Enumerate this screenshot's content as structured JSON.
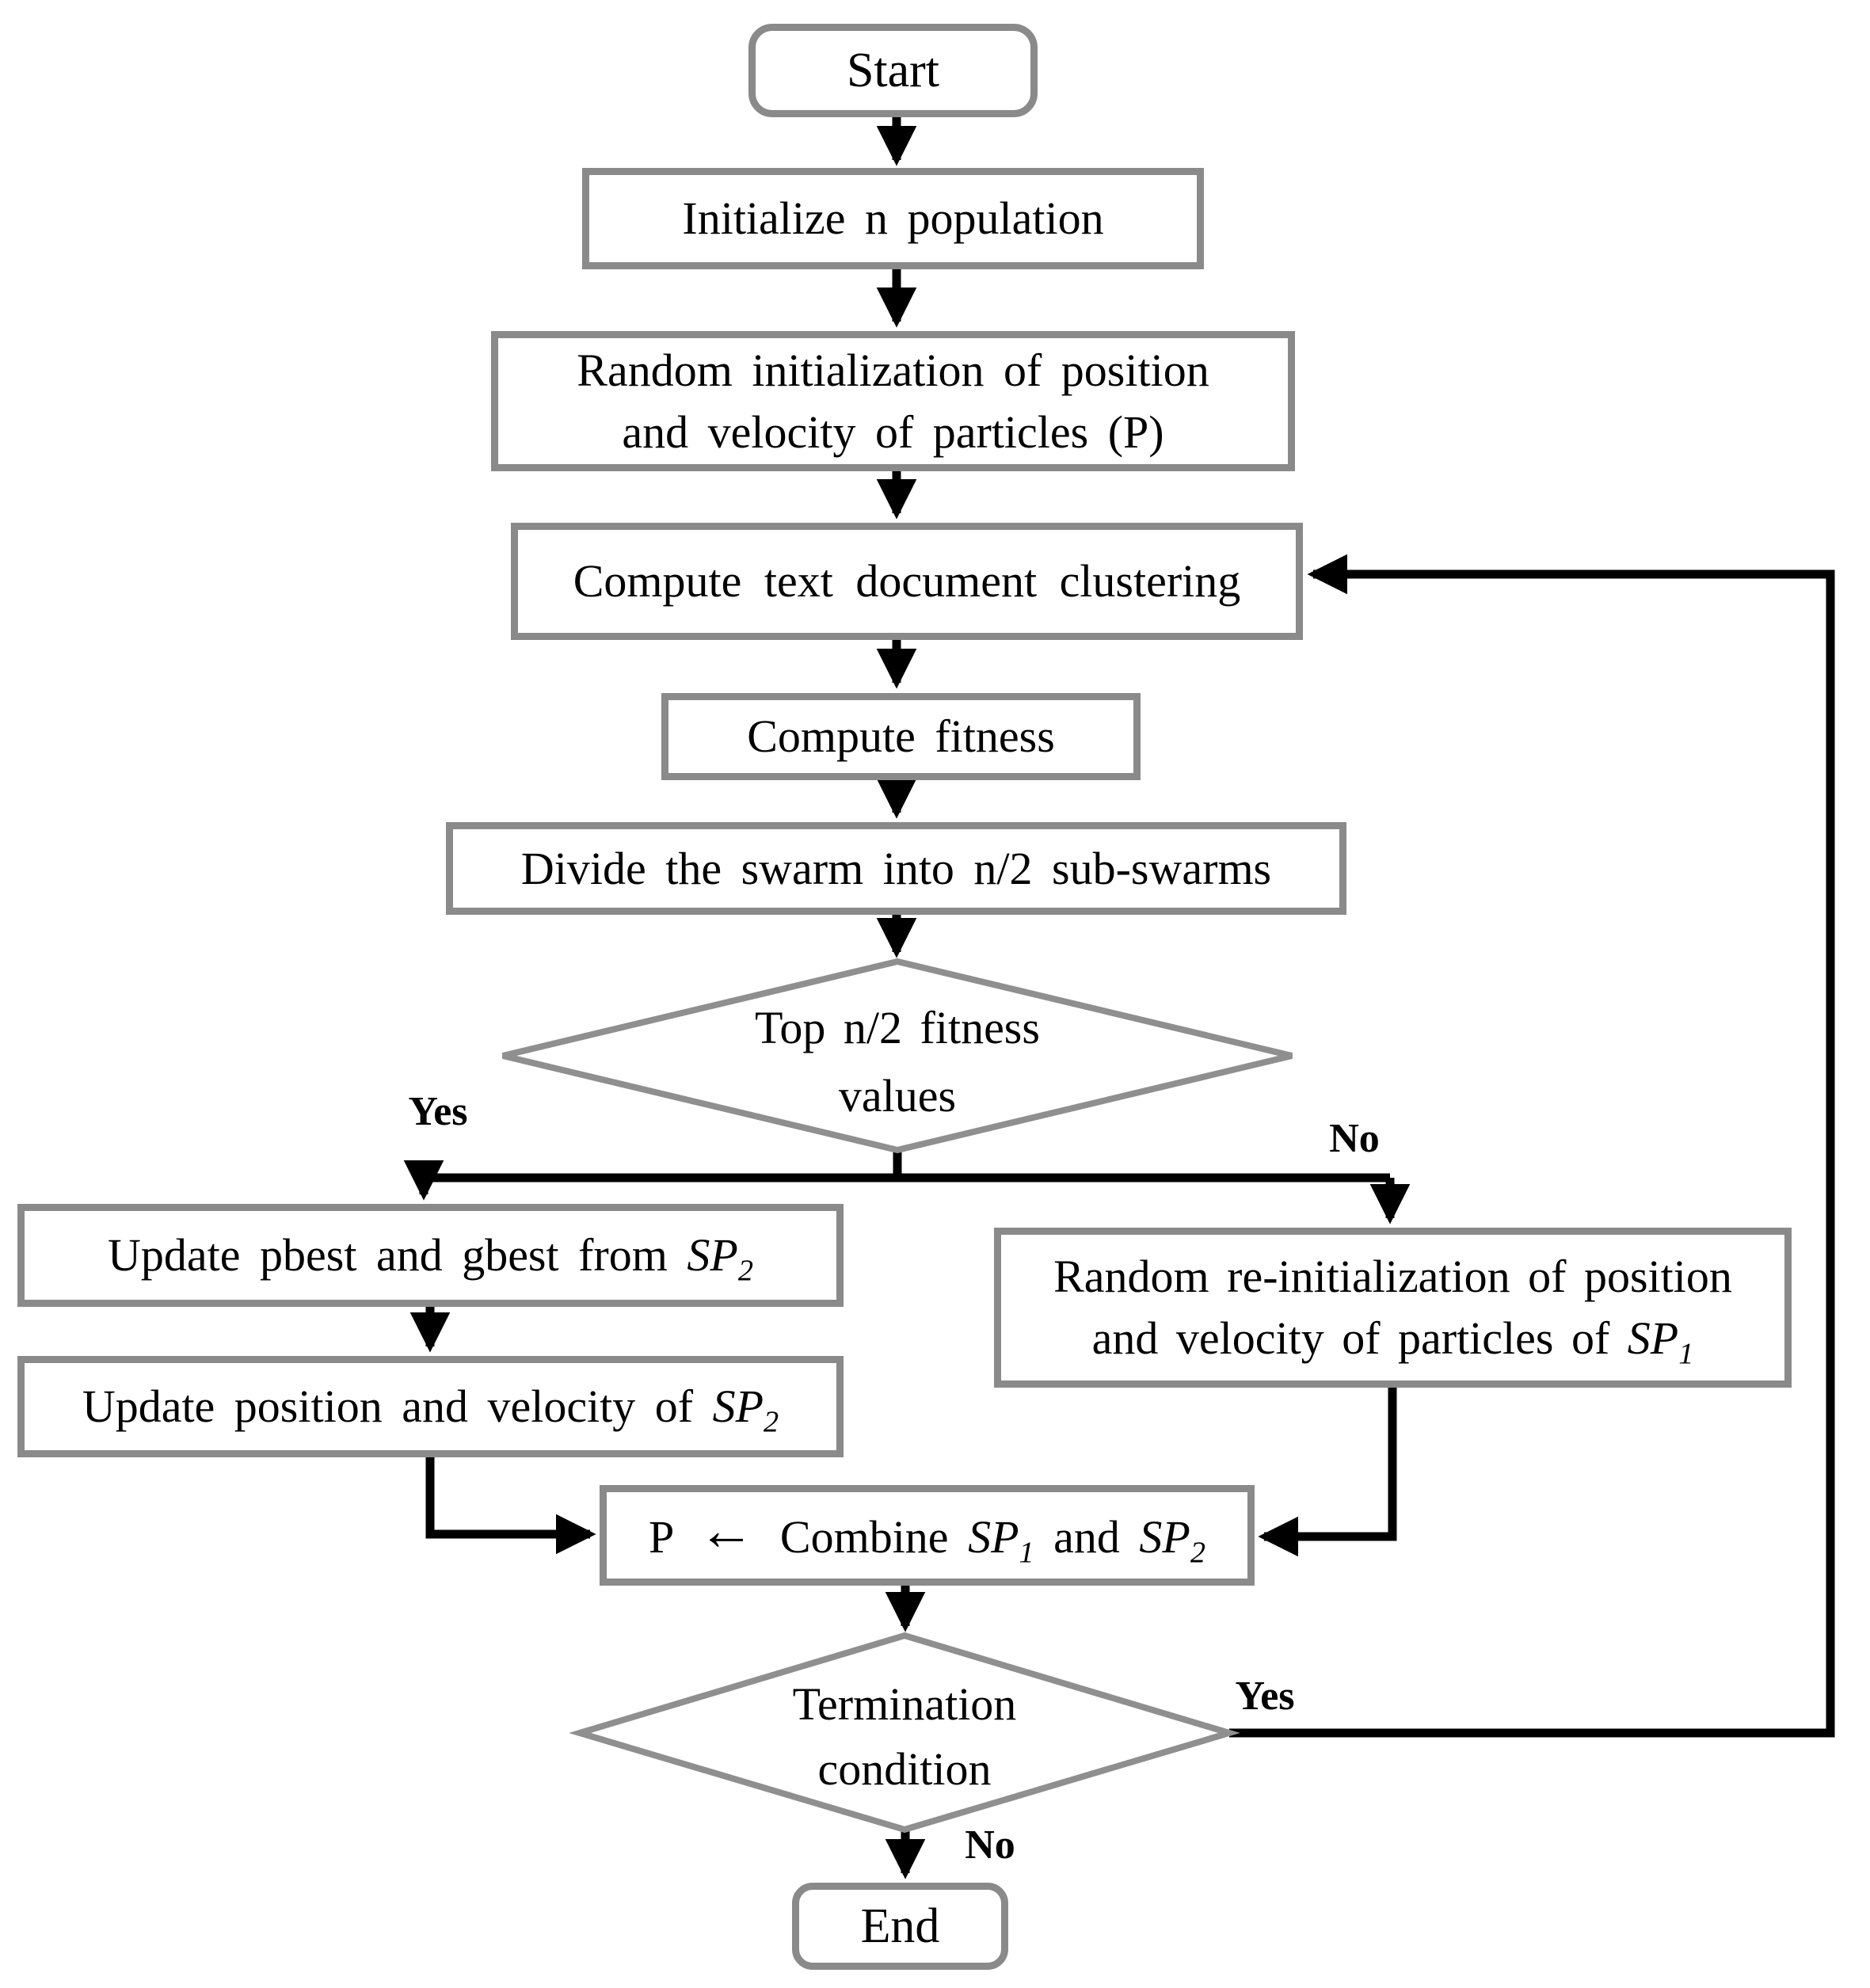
{
  "diagram": {
    "type": "flowchart",
    "title": "SPV-based multi-swarm PSO text document clustering flowchart",
    "colors": {
      "box_border": "#8a8a8a",
      "diamond_border": "#8f8f8f",
      "arrow": "#000000",
      "text": "#000000",
      "background": "#ffffff"
    },
    "nodes": {
      "start": {
        "shape": "rounded",
        "label": "Start"
      },
      "initialize": {
        "shape": "rect",
        "label": "Initialize n population"
      },
      "random_init": {
        "shape": "rect",
        "line1": "Random initialization of position",
        "line2": "and velocity of particles (P)"
      },
      "clustering": {
        "shape": "rect",
        "label": "Compute text document clustering"
      },
      "fitness": {
        "shape": "rect",
        "label": "Compute fitness"
      },
      "divide": {
        "shape": "rect",
        "label": "Divide the swarm into n/2 sub-swarms"
      },
      "top_fitness_decision": {
        "shape": "diamond",
        "line1": "Top n/2 fitness",
        "line2": "values"
      },
      "update_best": {
        "shape": "rect",
        "rich": [
          {
            "t": "Update pbest and gbest from "
          },
          {
            "t": "SP",
            "i": true
          },
          {
            "t": "2",
            "i": true,
            "sub": true
          }
        ]
      },
      "update_position": {
        "shape": "rect",
        "rich": [
          {
            "t": "Update position and velocity of "
          },
          {
            "t": "SP",
            "i": true
          },
          {
            "t": "2",
            "i": true,
            "sub": true
          }
        ]
      },
      "reinitialize": {
        "shape": "rect",
        "rich_line1": [
          {
            "t": "Random re-initialization of position"
          }
        ],
        "rich_line2": [
          {
            "t": "and velocity of particles of "
          },
          {
            "t": "SP",
            "i": true
          },
          {
            "t": "1",
            "i": true,
            "sub": true
          }
        ]
      },
      "combine": {
        "shape": "rect",
        "rich": [
          {
            "t": "P "
          },
          {
            "t": "←",
            "arrow": true
          },
          {
            "t": " Combine "
          },
          {
            "t": "SP",
            "i": true
          },
          {
            "t": "1",
            "i": true,
            "sub": true
          },
          {
            "t": " and "
          },
          {
            "t": "SP",
            "i": true
          },
          {
            "t": "2",
            "i": true,
            "sub": true
          }
        ]
      },
      "termination_decision": {
        "shape": "diamond",
        "line1": "Termination",
        "line2": "condition"
      },
      "end": {
        "shape": "rounded",
        "label": "End"
      }
    },
    "edge_labels": {
      "top_yes": "Yes",
      "top_no": "No",
      "termination_yes": "Yes",
      "termination_no": "No"
    }
  }
}
